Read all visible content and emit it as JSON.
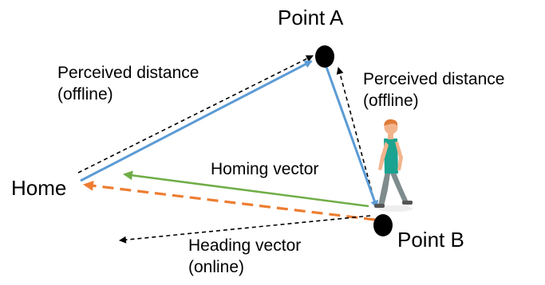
{
  "labels": {
    "point_a": "Point A",
    "point_b": "Point B",
    "home": "Home",
    "perceived_left_line1": "Perceived distance",
    "perceived_left_line2": "(offline)",
    "perceived_right_line1": "Perceived distance",
    "perceived_right_line2": "(offline)",
    "homing_vector": "Homing vector",
    "heading_line1": "Heading vector",
    "heading_line2": "(online)"
  },
  "colors": {
    "outbound_path": "#5b9bd5",
    "homing_vector": "#70ad47",
    "heading_vector": "#ed7d31",
    "perceived": "#000000",
    "point": "#000000",
    "walker_shirt": "#1aa390",
    "walker_pants": "#7f8c8d",
    "walker_skin": "#f2b48c",
    "walker_hair": "#e07b39"
  },
  "icons": {
    "walker": "walking-person-icon"
  }
}
